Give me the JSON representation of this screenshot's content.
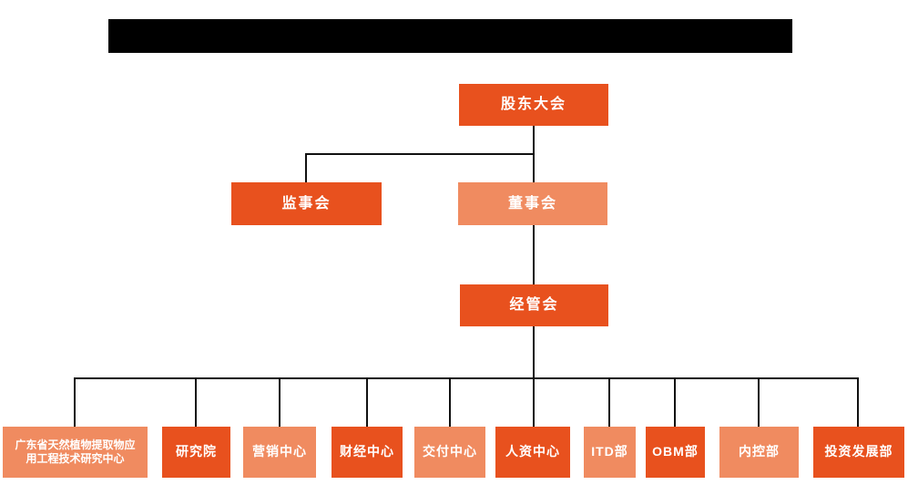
{
  "colors": {
    "primary_orange": "#E8511E",
    "secondary_orange": "#F08B60",
    "connector_line": "#111111",
    "redacted_title_bar": "#000000",
    "node_text": "#FFFFFF",
    "background": "#FFFFFF"
  },
  "org": {
    "root": {
      "label": "股东大会",
      "variant": "dark"
    },
    "supervisory": {
      "label": "监事会",
      "variant": "dark"
    },
    "board": {
      "label": "董事会",
      "variant": "light"
    },
    "management": {
      "label": "经管会",
      "variant": "dark"
    },
    "departments": [
      {
        "label": "广东省天然植物提取物应用工程技术研究中心",
        "lines": [
          "广东省天然植物提取物应",
          "用工程技术研究中心"
        ],
        "variant": "light"
      },
      {
        "label": "研究院",
        "variant": "dark"
      },
      {
        "label": "营销中心",
        "variant": "light"
      },
      {
        "label": "财经中心",
        "variant": "dark"
      },
      {
        "label": "交付中心",
        "variant": "light"
      },
      {
        "label": "人资中心",
        "variant": "dark"
      },
      {
        "label": "ITD部",
        "variant": "light"
      },
      {
        "label": "OBM部",
        "variant": "dark"
      },
      {
        "label": "内控部",
        "variant": "light"
      },
      {
        "label": "投资发展部",
        "variant": "dark"
      }
    ],
    "edges": [
      {
        "from": "股东大会",
        "to": "监事会"
      },
      {
        "from": "股东大会",
        "to": "董事会"
      },
      {
        "from": "董事会",
        "to": "经管会"
      },
      {
        "from": "经管会",
        "to": "广东省天然植物提取物应用工程技术研究中心"
      },
      {
        "from": "经管会",
        "to": "研究院"
      },
      {
        "from": "经管会",
        "to": "营销中心"
      },
      {
        "from": "经管会",
        "to": "财经中心"
      },
      {
        "from": "经管会",
        "to": "交付中心"
      },
      {
        "from": "经管会",
        "to": "人资中心"
      },
      {
        "from": "经管会",
        "to": "ITD部"
      },
      {
        "from": "经管会",
        "to": "OBM部"
      },
      {
        "from": "经管会",
        "to": "内控部"
      },
      {
        "from": "经管会",
        "to": "投资发展部"
      }
    ]
  }
}
